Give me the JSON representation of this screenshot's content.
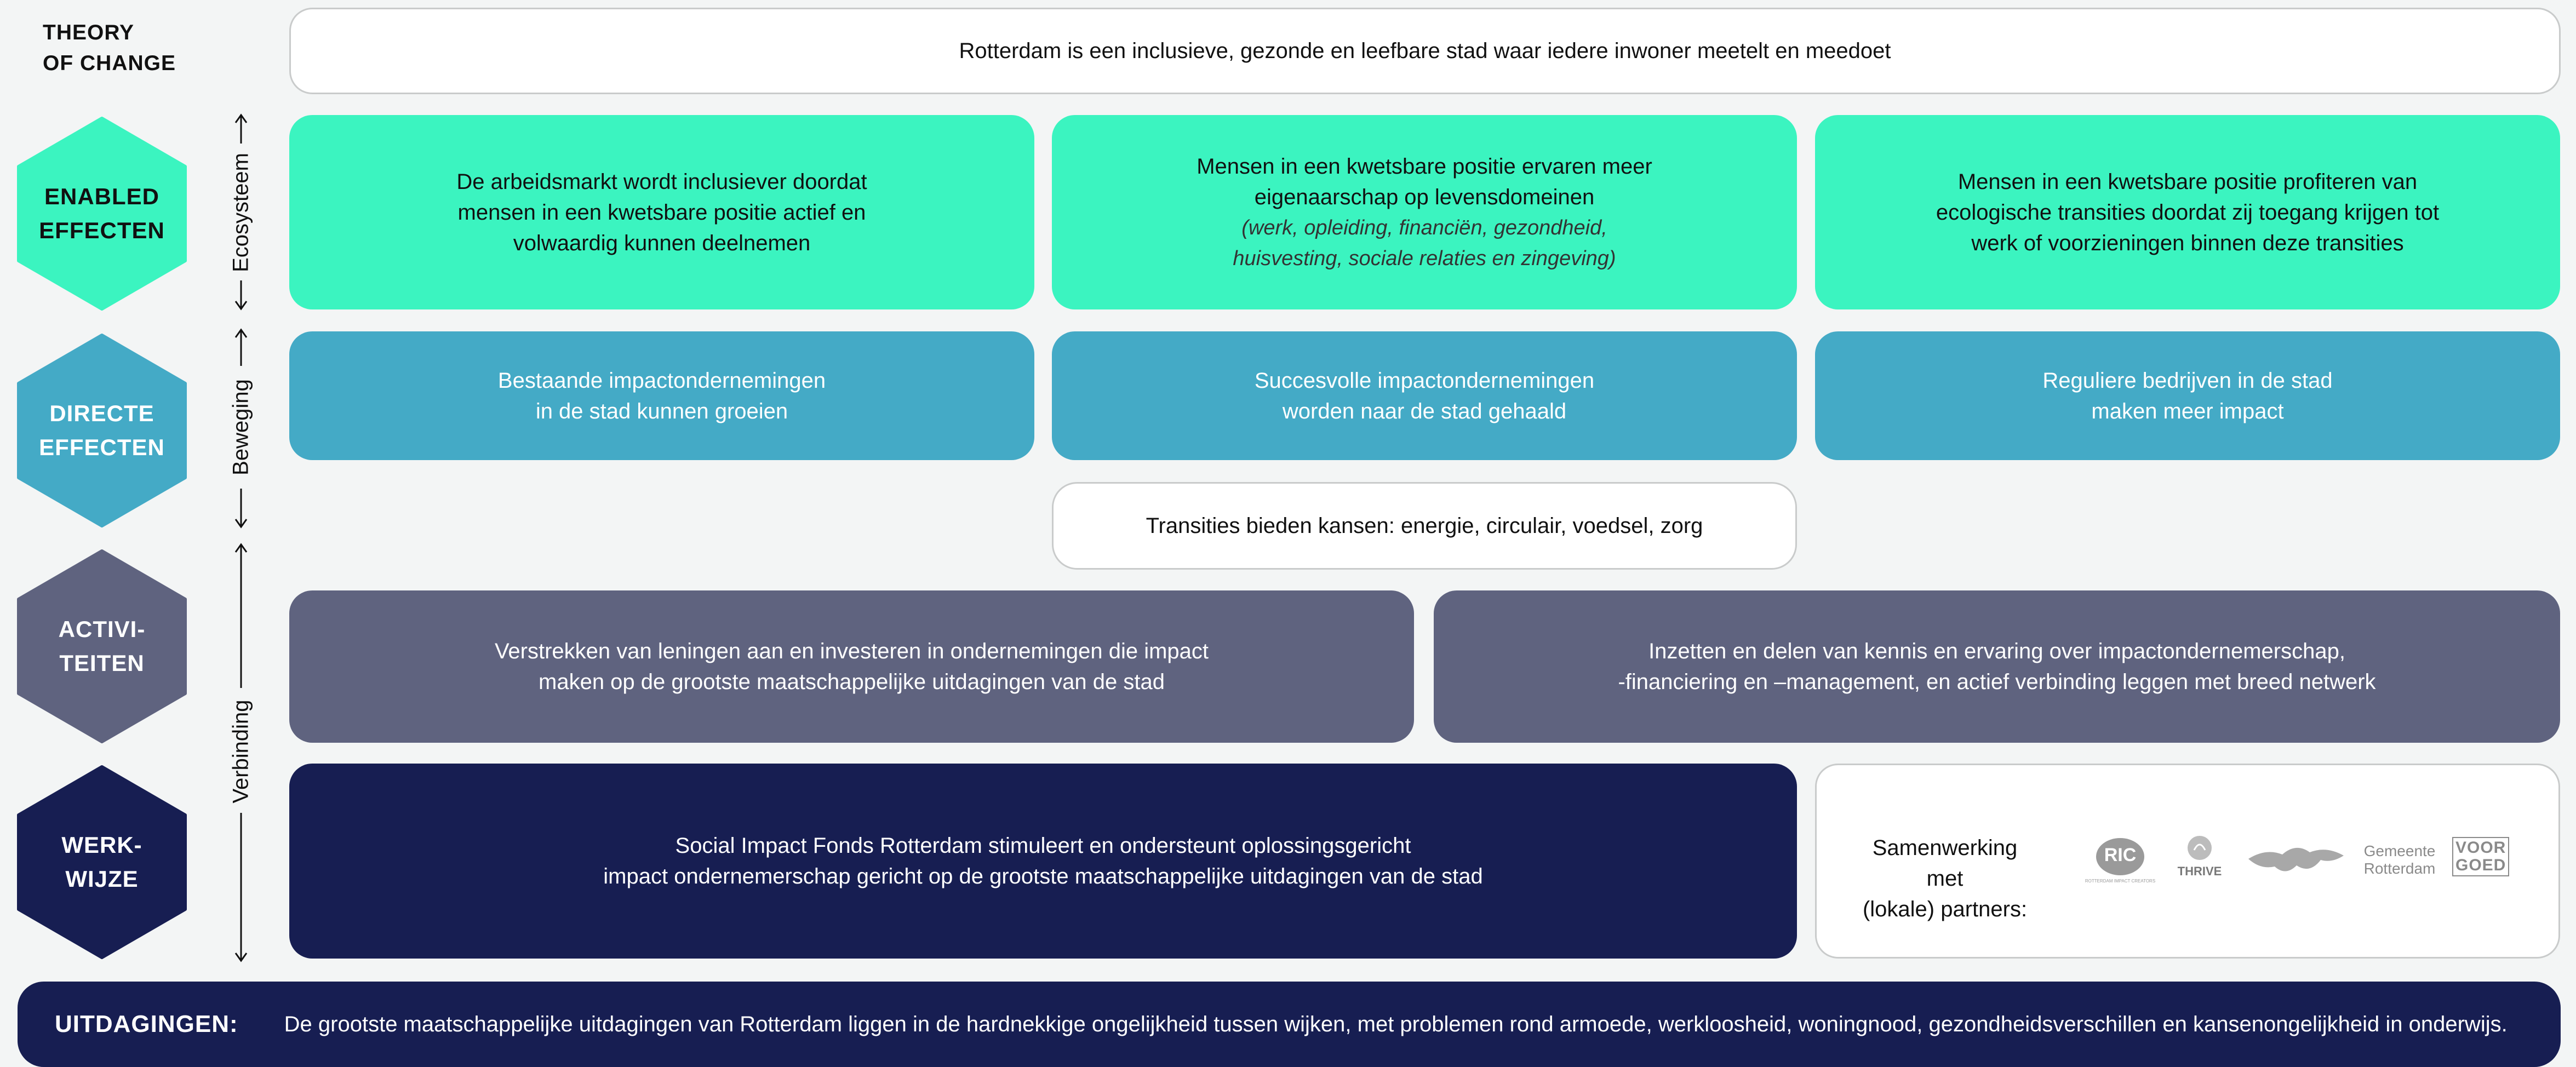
{
  "title": {
    "line1": "THEORY",
    "line2": "OF CHANGE"
  },
  "vision": "Rotterdam is een inclusieve, gezonde en leefbare stad waar iedere inwoner meetelt en meedoet",
  "levels": {
    "enabled": {
      "line1": "ENABLED",
      "line2": "EFFECTEN",
      "color": "#3bf4c0"
    },
    "directe": {
      "line1": "DIRECTE",
      "line2": "EFFECTEN",
      "color": "#44aac6"
    },
    "activiteiten": {
      "line1": "ACTIVI-",
      "line2": "TEITEN",
      "color": "#5f637f"
    },
    "werkwijze": {
      "line1": "WERK-",
      "line2": "WIJZE",
      "color": "#171e52"
    }
  },
  "axis_labels": {
    "ecosysteem": "Ecosysteem",
    "beweging": "Beweging",
    "verbinding": "Verbinding"
  },
  "enabled_effects": [
    {
      "lines": [
        "De arbeidsmarkt wordt inclusiever doordat",
        "mensen in een kwetsbare positie actief en",
        "volwaardig kunnen deelnemen"
      ]
    },
    {
      "lines": [
        "Mensen in een kwetsbare positie ervaren meer",
        "eigenaarschap op levensdomeinen"
      ],
      "italic_lines": [
        "(werk, opleiding, financiën, gezondheid,",
        "huisvesting, sociale relaties en zingeving)"
      ]
    },
    {
      "lines": [
        "Mensen in een kwetsbare positie profiteren van",
        "ecologische transities doordat zij toegang krijgen tot",
        "werk of voorzieningen binnen deze transities"
      ]
    }
  ],
  "direct_effects": [
    {
      "lines": [
        "Bestaande impactondernemingen",
        "in de stad kunnen groeien"
      ]
    },
    {
      "lines": [
        "Succesvolle impactondernemingen",
        "worden naar de stad gehaald"
      ]
    },
    {
      "lines": [
        "Reguliere bedrijven in de stad",
        "maken meer impact"
      ]
    }
  ],
  "transitions": "Transities bieden kansen: energie, circulair, voedsel, zorg",
  "activities": [
    {
      "lines": [
        "Verstrekken van leningen aan en investeren in ondernemingen die impact",
        "maken op de grootste maatschappelijke uitdagingen van de stad"
      ]
    },
    {
      "lines": [
        "Inzetten en delen van kennis en ervaring over impactondernemerschap,",
        "-financiering en –management, en actief verbinding leggen met breed netwerk"
      ]
    }
  ],
  "werkwijze": {
    "lines": [
      "Social Impact Fonds Rotterdam stimuleert en ondersteunt oplossingsgericht",
      "impact ondernemerschap gericht op de grootste maatschappelijke uitdagingen van de stad"
    ]
  },
  "partners": {
    "label_line1": "Samenwerking met",
    "label_line2": "(lokale) partners:",
    "logos": [
      {
        "icon": "ric-logo",
        "text": "RIC",
        "subtext": "ROTTERDAM IMPACT CREATORS"
      },
      {
        "icon": "thrive-logo",
        "text": "THRIVE"
      },
      {
        "icon": "lion-logo"
      },
      {
        "icon": "gemeente-rotterdam-logo",
        "text1": "Gemeente",
        "text2": "Rotterdam"
      },
      {
        "icon": "voor-goed-logo",
        "text1": "VOOR",
        "text2": "GOED"
      }
    ]
  },
  "challenges": {
    "label": "UITDAGINGEN:",
    "text": "De grootste maatschappelijke uitdagingen van Rotterdam liggen in de hardnekkige ongelijkheid tussen wijken, met problemen rond armoede, werkloosheid, woningnood, gezondheidsverschillen en kansenongelijkheid in onderwijs."
  }
}
